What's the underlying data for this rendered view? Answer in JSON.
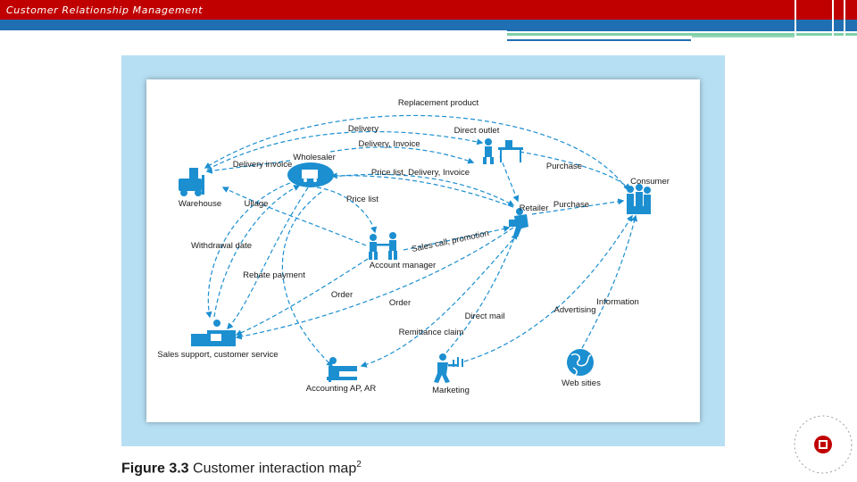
{
  "header": {
    "title": "Customer Relationship Management",
    "colors": {
      "red_bar": "#c00000",
      "blue_bar": "#1f6fb2",
      "accent_green": "#7fd0a8",
      "frame_blue": "#b7dff3",
      "diagram_blue": "#1c8fd0"
    }
  },
  "diagram": {
    "nodes": {
      "warehouse": "Warehouse",
      "wholesaler": "Wholesaler",
      "direct_outlet": "Direct outlet",
      "consumer": "Consumer",
      "retailer": "Retailer",
      "account_manager": "Account manager",
      "sales_support": "Sales support, customer service",
      "accounting": "Accounting AP, AR",
      "marketing": "Marketing",
      "web_sites": "Web sities"
    },
    "labels": {
      "replacement_product": "Replacement product",
      "delivery": "Delivery",
      "delivery_invoice_a": "Delivery invoice",
      "delivery_invoice_b": "Delivery, Invoice",
      "purchase_a": "Purchase",
      "purchase_b": "Purchase",
      "price_list_delivery_invoice": "Price list, Delivery, Invoice",
      "price_list": "Price list",
      "ullage": "Ullage",
      "withdrawal_date": "Withdrawal date",
      "rebate_payment": "Rebate payment",
      "sales_call_promotion": "Sales call, promotion",
      "order_a": "Order",
      "order_b": "Order",
      "direct_mail": "Direct mail",
      "remittance_claim": "Remittance claim",
      "advertising": "Advertising",
      "information": "Information"
    }
  },
  "caption": {
    "label": "Figure 3.3",
    "text": "Customer interaction map",
    "superscript": "2"
  }
}
